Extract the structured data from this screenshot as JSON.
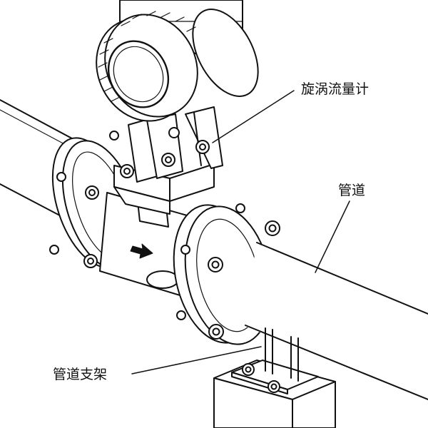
{
  "labels": {
    "flowmeter": "旋涡流量计",
    "pipe": "管道",
    "pipe_support": "管道支架"
  },
  "colors": {
    "ink": "#111111",
    "background": "#ffffff",
    "arrow": "#111111"
  },
  "icons": {
    "flow_direction": "flow-arrow-icon"
  }
}
